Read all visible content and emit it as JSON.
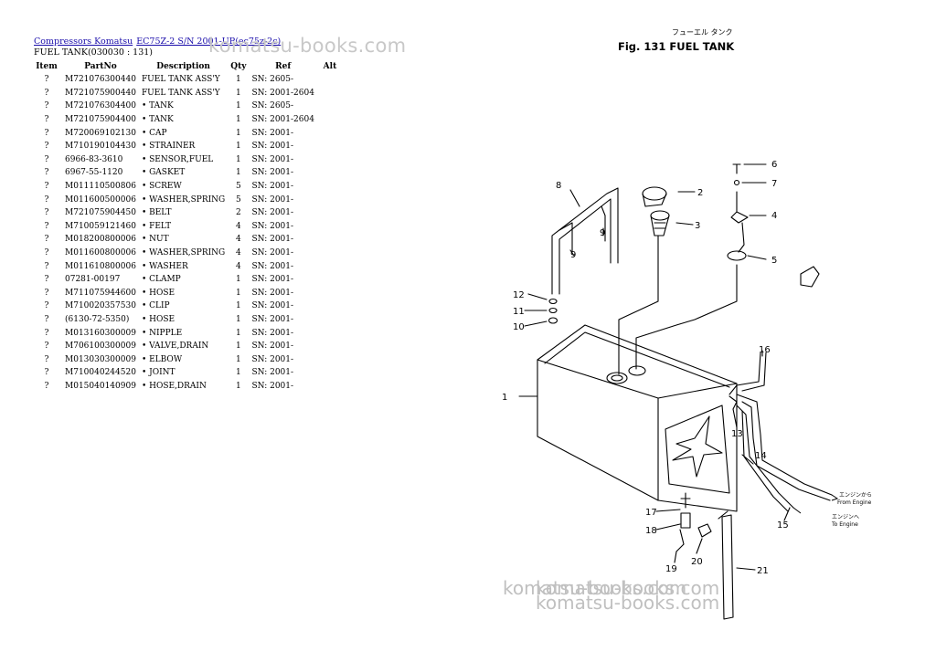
{
  "breadcrumb": {
    "link1": "Compressors Komatsu",
    "link2": "EC75Z-2 S/N 2001-UP(ec75z-2c)"
  },
  "page_title": "FUEL TANK(030030 : 131)",
  "watermark": "komatsu-books.com",
  "table": {
    "headers": [
      "Item",
      "PartNo",
      "Description",
      "Qty",
      "Ref",
      "Alt"
    ],
    "rows": [
      [
        "?",
        "M721076300440",
        "FUEL TANK ASS'Y",
        "1",
        "SN: 2605-",
        ""
      ],
      [
        "?",
        "M721075900440",
        "FUEL TANK ASS'Y",
        "1",
        "SN: 2001-2604",
        ""
      ],
      [
        "?",
        "M721076304400",
        "• TANK",
        "1",
        "SN: 2605-",
        ""
      ],
      [
        "?",
        "M721075904400",
        "• TANK",
        "1",
        "SN: 2001-2604",
        ""
      ],
      [
        "?",
        "M720069102130",
        "• CAP",
        "1",
        "SN: 2001-",
        ""
      ],
      [
        "?",
        "M710190104430",
        "• STRAINER",
        "1",
        "SN: 2001-",
        ""
      ],
      [
        "?",
        "6966-83-3610",
        "• SENSOR,FUEL",
        "1",
        "SN: 2001-",
        ""
      ],
      [
        "?",
        "6967-55-1120",
        "• GASKET",
        "1",
        "SN: 2001-",
        ""
      ],
      [
        "?",
        "M011110500806",
        "• SCREW",
        "5",
        "SN: 2001-",
        ""
      ],
      [
        "?",
        "M011600500006",
        "• WASHER,SPRING",
        "5",
        "SN: 2001-",
        ""
      ],
      [
        "?",
        "M721075904450",
        "• BELT",
        "2",
        "SN: 2001-",
        ""
      ],
      [
        "?",
        "M710059121460",
        "• FELT",
        "4",
        "SN: 2001-",
        ""
      ],
      [
        "?",
        "M018200800006",
        "• NUT",
        "4",
        "SN: 2001-",
        ""
      ],
      [
        "?",
        "M011600800006",
        "• WASHER,SPRING",
        "4",
        "SN: 2001-",
        ""
      ],
      [
        "?",
        "M011610800006",
        "• WASHER",
        "4",
        "SN: 2001-",
        ""
      ],
      [
        "?",
        "07281-00197",
        "• CLAMP",
        "1",
        "SN: 2001-",
        ""
      ],
      [
        "?",
        "M711075944600",
        "• HOSE",
        "1",
        "SN: 2001-",
        ""
      ],
      [
        "?",
        "M710020357530",
        "• CLIP",
        "1",
        "SN: 2001-",
        ""
      ],
      [
        "?",
        "(6130-72-5350)",
        "• HOSE",
        "1",
        "SN: 2001-",
        ""
      ],
      [
        "?",
        "M013160300009",
        "• NIPPLE",
        "1",
        "SN: 2001-",
        ""
      ],
      [
        "?",
        "M706100300009",
        "• VALVE,DRAIN",
        "1",
        "SN: 2001-",
        ""
      ],
      [
        "?",
        "M013030300009",
        "• ELBOW",
        "1",
        "SN: 2001-",
        ""
      ],
      [
        "?",
        "M710040244520",
        "• JOINT",
        "1",
        "SN: 2001-",
        ""
      ],
      [
        "?",
        "M015040140909",
        "• HOSE,DRAIN",
        "1",
        "SN: 2001-",
        ""
      ]
    ]
  },
  "figure": {
    "title": "Fig. 131  FUEL TANK",
    "jp_title": "フューエル タンク",
    "callouts": [
      "1",
      "2",
      "3",
      "4",
      "5",
      "6",
      "7",
      "8",
      "9",
      "9",
      "10",
      "11",
      "12",
      "13",
      "14",
      "15",
      "16",
      "17",
      "18",
      "19",
      "20",
      "21"
    ],
    "from_engine_jp": "エンジンから",
    "from_engine": "From Engine",
    "to_engine_jp": "エンジンへ",
    "to_engine": "To Engine"
  },
  "colors": {
    "link": "#1a0dab",
    "watermark": "#c8c8c8"
  }
}
